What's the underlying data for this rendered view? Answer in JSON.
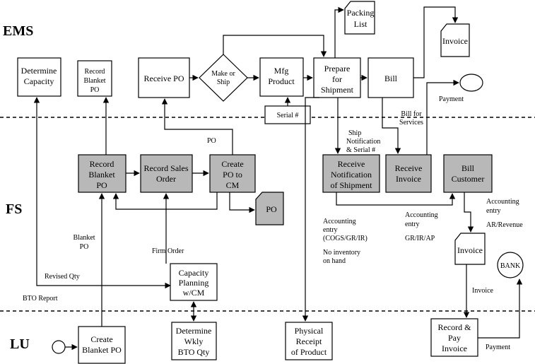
{
  "lanes": {
    "ems": "EMS",
    "fs": "FS",
    "lu": "LU"
  },
  "nodes": {
    "determine_capacity": [
      "Determine",
      "Capacity"
    ],
    "record_blanket_po_ems": [
      "Record",
      "Blanket",
      "PO"
    ],
    "receive_po": [
      "Receive PO"
    ],
    "make_or_ship": [
      "Make or",
      "Ship"
    ],
    "mfg_product": [
      "Mfg",
      "Product"
    ],
    "serial_no": [
      "Serial #"
    ],
    "prepare_for_shipment": [
      "Prepare",
      "for",
      "Shipment"
    ],
    "packing_list": [
      "Packing",
      "List"
    ],
    "bill": [
      "Bill"
    ],
    "invoice_ems": [
      "Invoice"
    ],
    "record_blanket_po_fs": [
      "Record",
      "Blanket",
      "PO"
    ],
    "record_sales_order": [
      "Record Sales",
      "Order"
    ],
    "create_po_to_cm": [
      "Create",
      "PO to",
      "CM"
    ],
    "po_doc": [
      "PO"
    ],
    "receive_notification": [
      "Receive",
      "Notification",
      "of  Shipment"
    ],
    "receive_invoice": [
      "Receive",
      "Invoice"
    ],
    "bill_customer": [
      "Bill",
      "Customer"
    ],
    "capacity_planning": [
      "Capacity",
      "Planning",
      "w/CM"
    ],
    "invoice_fs": [
      "Invoice"
    ],
    "bank": [
      "BANK"
    ],
    "create_blanket_po": [
      "Create",
      "Blanket PO"
    ],
    "determine_wkly": [
      "Determine",
      "Wkly",
      "BTO Qty"
    ],
    "physical_receipt": [
      "Physical",
      "Receipt",
      "of Product"
    ],
    "record_pay_invoice": [
      "Record &",
      "Pay",
      "Invoice"
    ]
  },
  "labels": {
    "po": "PO",
    "payment_top": "Payment",
    "bill_for_services": [
      "Bill for",
      "Services"
    ],
    "ship_notification": [
      "Ship",
      "Notification",
      "& Serial #"
    ],
    "blanket_po": [
      "Blanket",
      "PO"
    ],
    "firm_order": "Firm Order",
    "revised_qty": "Revised Qty",
    "bto_report": "BTO Report",
    "accounting_cogs": [
      "Accounting",
      "entry",
      "(COGS/GR/IR)"
    ],
    "no_inventory": [
      "No inventory",
      "on hand"
    ],
    "accounting_grirap": [
      "Accounting",
      "entry"
    ],
    "grirap": "GR/IR/AP",
    "accounting_ar": [
      "Accounting",
      "entry"
    ],
    "ar_revenue": "AR/Revenue",
    "invoice_label": "Invoice",
    "payment_bottom": "Payment"
  }
}
